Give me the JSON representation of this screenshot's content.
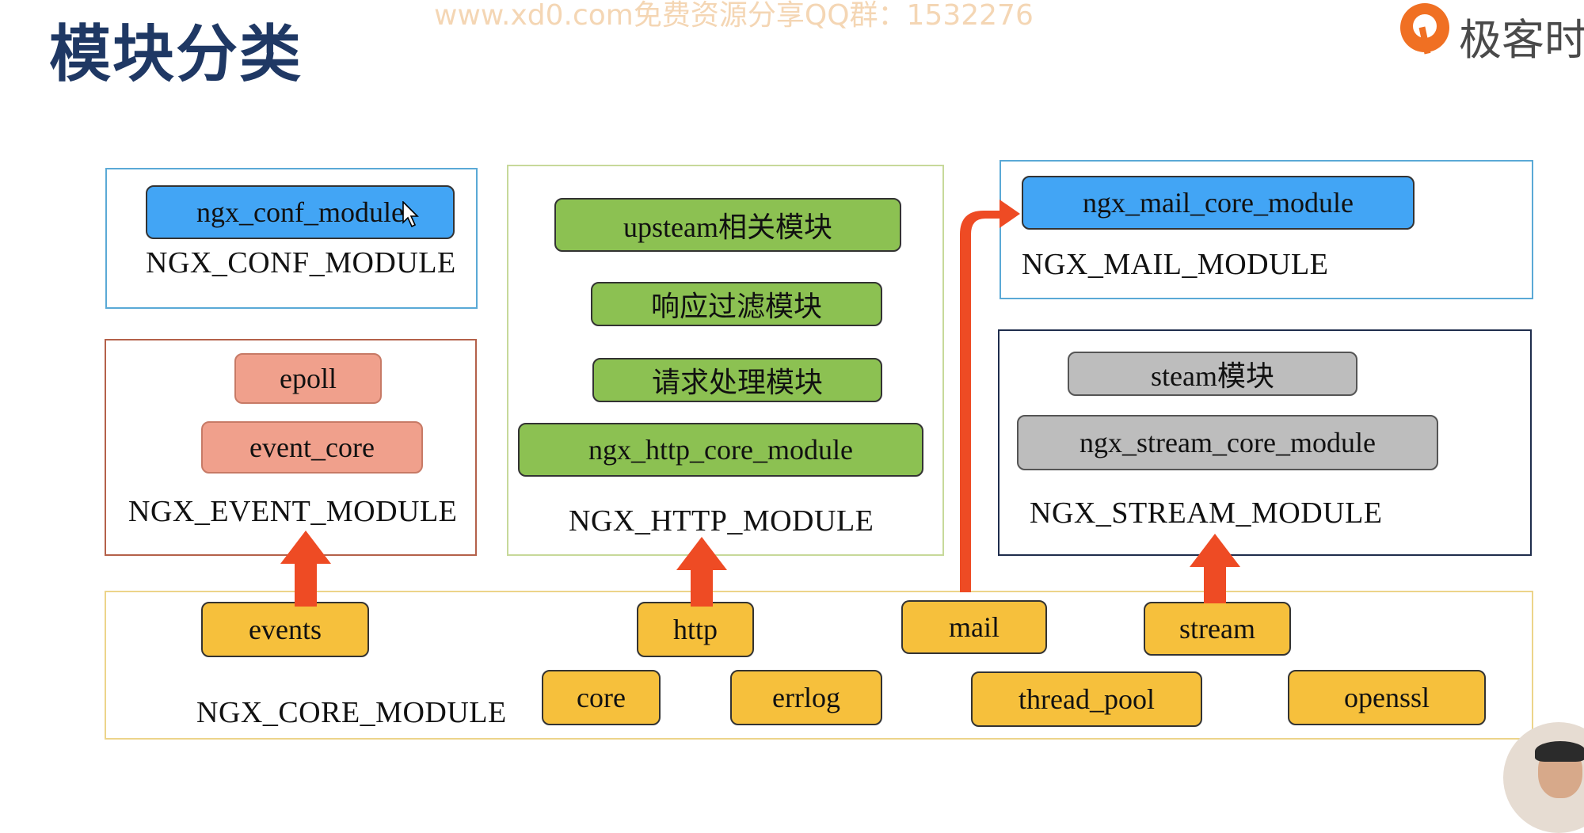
{
  "title": "模块分类",
  "watermark": "www.xd0.com免费资源分享QQ群：1532276",
  "logo": {
    "text": "极客时",
    "icon": "geektime-logo-icon"
  },
  "colors": {
    "title": "#1f3864",
    "blue_module": "#42a5f5",
    "green_module": "#8cc152",
    "salmon_module": "#f0a08c",
    "grey_module": "#bdbdbd",
    "yellow_module": "#f6c03c",
    "arrow": "#ee4b24"
  },
  "groups": {
    "conf": {
      "label": "NGX_CONF_MODULE",
      "modules": [
        "ngx_conf_module"
      ]
    },
    "event": {
      "label": "NGX_EVENT_MODULE",
      "modules": [
        "epoll",
        "event_core"
      ]
    },
    "http": {
      "label": "NGX_HTTP_MODULE",
      "modules": [
        "upsteam相关模块",
        "响应过滤模块",
        "请求处理模块",
        "ngx_http_core_module"
      ]
    },
    "mail": {
      "label": "NGX_MAIL_MODULE",
      "modules": [
        "ngx_mail_core_module"
      ]
    },
    "stream": {
      "label": "NGX_STREAM_MODULE",
      "modules": [
        "steam模块",
        "ngx_stream_core_module"
      ]
    },
    "core": {
      "label": "NGX_CORE_MODULE",
      "modules": [
        "events",
        "http",
        "mail",
        "stream",
        "core",
        "errlog",
        "thread_pool",
        "openssl"
      ]
    }
  },
  "connections": [
    {
      "from": "events",
      "to": "NGX_EVENT_MODULE"
    },
    {
      "from": "http",
      "to": "NGX_HTTP_MODULE"
    },
    {
      "from": "mail",
      "to": "ngx_mail_core_module"
    },
    {
      "from": "stream",
      "to": "NGX_STREAM_MODULE"
    }
  ]
}
